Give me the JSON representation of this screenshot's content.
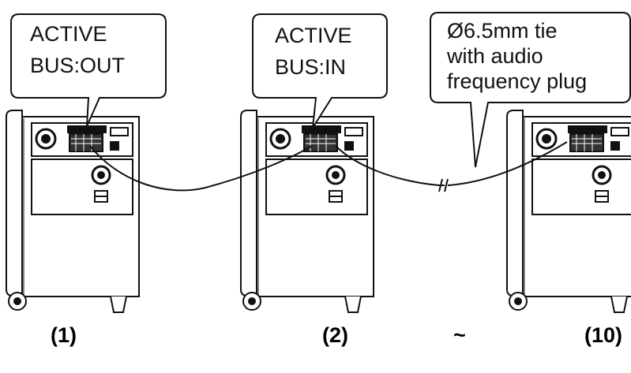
{
  "callouts": [
    {
      "lines": [
        "ACTIVE",
        "BUS:OUT"
      ]
    },
    {
      "lines": [
        "ACTIVE",
        "BUS:IN"
      ]
    },
    {
      "lines": [
        "Ø6.5mm tie",
        "with audio",
        "frequency plug"
      ]
    }
  ],
  "units": [
    {
      "label": "(1)"
    },
    {
      "label": "(2)"
    },
    {
      "label": "(10)"
    }
  ],
  "range_symbol": "~",
  "colors": {
    "line": "#111111",
    "background": "#ffffff"
  }
}
